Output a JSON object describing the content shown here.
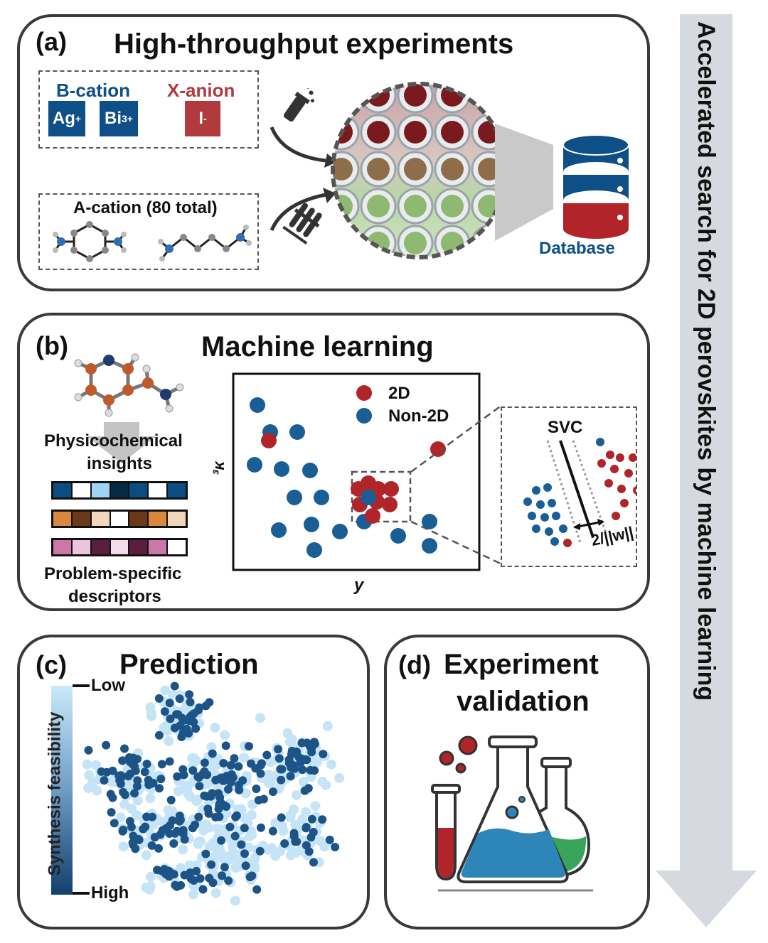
{
  "side_arrow": {
    "text": "Accelerated search for 2D perovskites by machine learning",
    "color": "#d6d9df"
  },
  "panel_a": {
    "label": "(a)",
    "title": "High-throughput experiments",
    "b_cation": {
      "heading": "B-cation",
      "ions": [
        {
          "base": "Ag",
          "sup": "+"
        },
        {
          "base": "Bi",
          "sup": "3+"
        }
      ]
    },
    "x_anion": {
      "heading": "X-anion",
      "ions": [
        {
          "base": "I",
          "sup": "-"
        }
      ]
    },
    "a_cation": {
      "heading": "A-cation (80 total)"
    },
    "database_label": "Database",
    "colors": {
      "blue": "#0d4f86",
      "red": "#b13a3f"
    }
  },
  "panel_b": {
    "label": "(b)",
    "title": "Machine learning",
    "insights_label_1": "Physicochemical",
    "insights_label_2": "insights",
    "descriptors_label_1": "Problem-specific",
    "descriptors_label_2": "descriptors",
    "x_axis": "y",
    "y_axis": "³κ",
    "legend": [
      "2D",
      "Non-2D"
    ],
    "svc_label": "SVC",
    "margin_label": "2/||w||",
    "descriptor_rows": [
      [
        "#0b4d80",
        "#ffffff",
        "#9fd3f2",
        "#072b45",
        "#0b4d80",
        "#ffffff",
        "#0b4d80"
      ],
      [
        "#d9873c",
        "#6b3818",
        "#f2d6bd",
        "#ffffff",
        "#6b3818",
        "#d9873c",
        "#f2d6bd"
      ],
      [
        "#c978a8",
        "#ecc5dc",
        "#5a1f3e",
        "#f2dcea",
        "#5a1f3e",
        "#c978a8",
        "#ffffff"
      ]
    ],
    "colors": {
      "twoD": "#b0242a",
      "non2D": "#1a5e96"
    }
  },
  "panel_c": {
    "label": "(c)",
    "title": "Prediction",
    "colorbar_title": "Synthesis feasibility",
    "colorbar_low": "Low",
    "colorbar_high": "High"
  },
  "panel_d": {
    "label": "(d)",
    "title_line1": "Experiment",
    "title_line2": "validation"
  }
}
